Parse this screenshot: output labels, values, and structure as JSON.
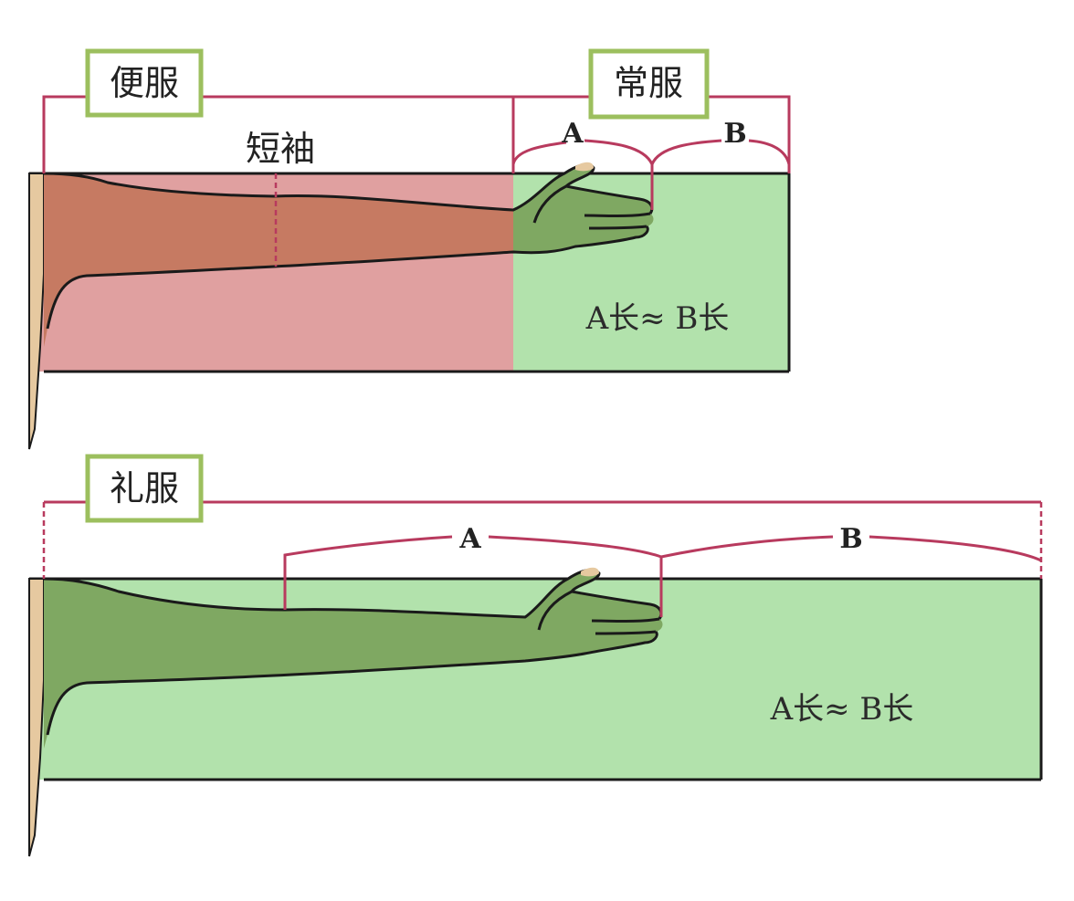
{
  "top_panel": {
    "casual_label": "便服",
    "regular_label": "常服",
    "short_sleeve_label": "短袖",
    "mark_a": "A",
    "mark_b": "B",
    "equation": "A长≈ B长",
    "colors": {
      "casual_zone": "#e0a0a0",
      "regular_zone": "#b2e2ac",
      "arm_casual": "#c67a62",
      "arm_regular": "#7fa862"
    }
  },
  "bottom_panel": {
    "formal_label": "礼服",
    "mark_a": "A",
    "mark_b": "B",
    "equation": "A长≈ B长",
    "colors": {
      "formal_zone": "#b2e2ac",
      "arm": "#7fa862"
    }
  },
  "accent_colors": {
    "bracket": "#b83a5e",
    "label_border": "#9cbf5e",
    "body_edge": "#e6c9a0"
  }
}
